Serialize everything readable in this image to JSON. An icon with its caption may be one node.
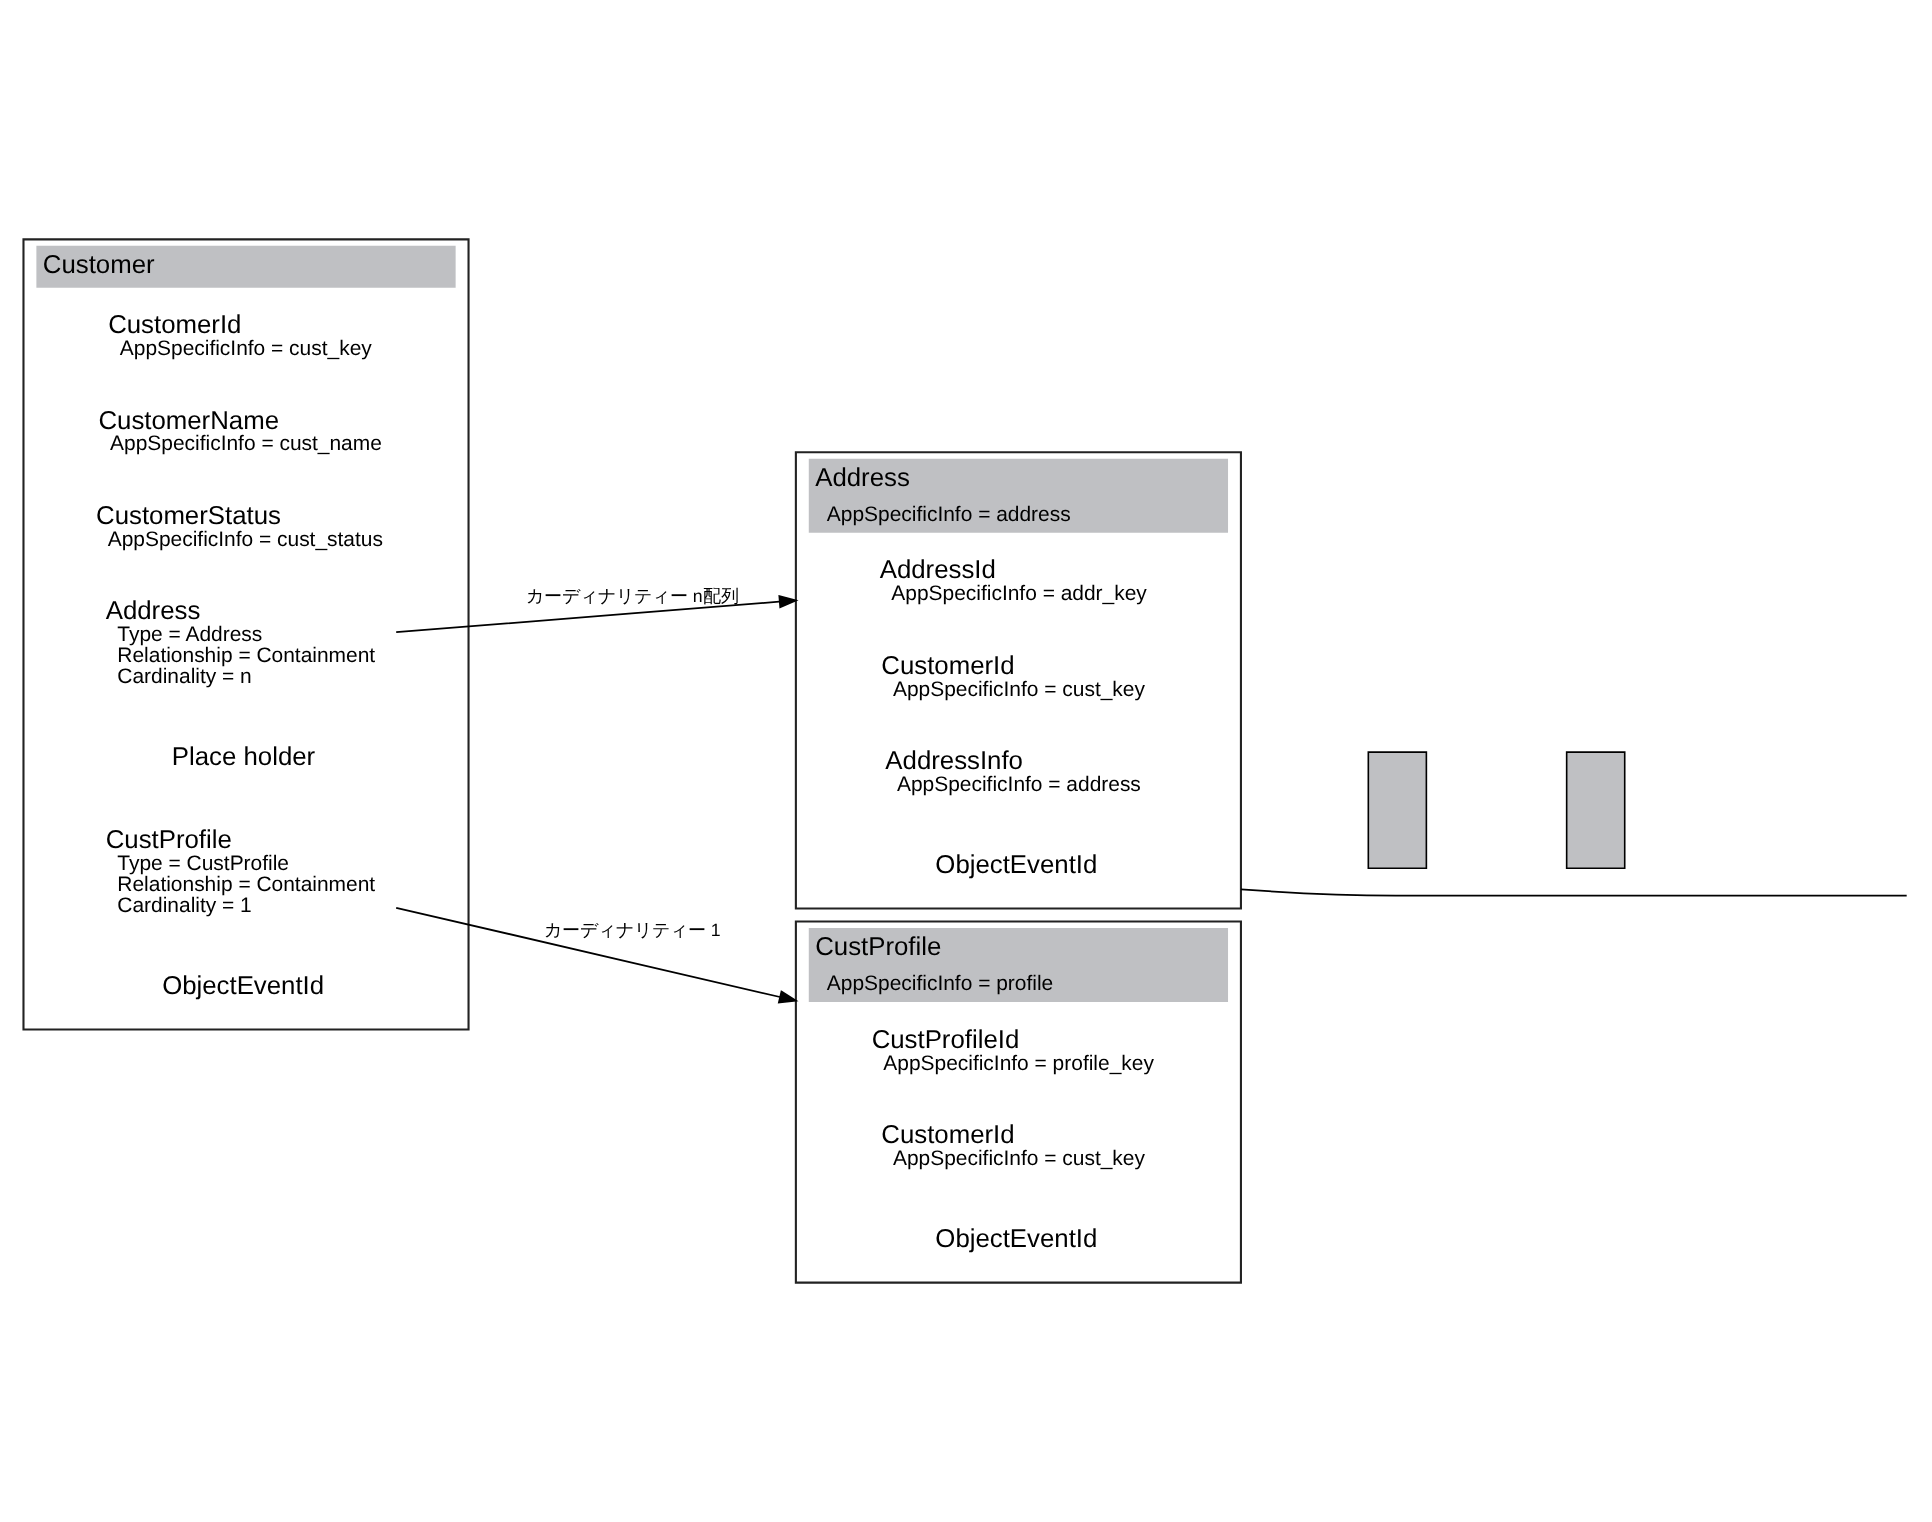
{
  "diagram": {
    "nodes": [
      {
        "text": [
          "Customer"
        ]
      },
      {
        "text": [
          "CustomerId",
          "AppSpecificInfo = cust_key"
        ],
        "in": 0
      },
      {
        "text": [
          "CustomerName",
          "AppSpecificInfo = cust_name"
        ],
        "in": 0
      },
      {
        "text": [
          "CustomerStatus",
          "AppSpecificInfo = cust_status"
        ],
        "in": 0
      },
      {
        "text": [
          "Address",
          "Type = Address",
          "Relationship = Containment",
          "Cardinality = n"
        ],
        "in": 0
      },
      {
        "text": [
          "Place holder"
        ],
        "in": 0
      },
      {
        "text": [
          "CustProfile",
          "Type = CustProfile",
          "Relationship = Containment",
          "Cardinality = 1"
        ],
        "in": 0
      },
      {
        "text": [
          "ObjectEventId"
        ],
        "in": 0
      },
      {
        "text": [
          "Address",
          "AppSpecificInfo = address"
        ]
      },
      {
        "text": [
          "AddressId",
          "AppSpecificInfo = addr_key"
        ],
        "in": 8
      },
      {
        "text": [
          "CustomerId",
          "AppSpecificInfo = cust_key"
        ],
        "in": 8
      },
      {
        "text": [
          "AddressInfo",
          "AppSpecificInfo = address"
        ],
        "in": 8
      },
      {
        "text": [
          "ObjectEventId"
        ],
        "in": 8
      },
      {
        "text": [],
        "shape": "box"
      },
      {
        "text": [],
        "shape": "box"
      },
      {
        "text": [
          "CustProfile",
          "AppSpecificInfo = profile"
        ]
      },
      {
        "text": [
          "CustProfileId",
          "AppSpecificInfo = profile_key"
        ],
        "in": 15
      },
      {
        "text": [
          "CustomerId",
          "AppSpecificInfo = cust_key"
        ],
        "in": 15
      },
      {
        "text": [
          "ObjectEventId"
        ],
        "in": 15
      }
    ],
    "edges": [
      {
        "from": 4,
        "to": 8,
        "arrow": "to",
        "label": "カーディナリティー n配列"
      },
      {
        "from": 6,
        "to": 15,
        "arrow": "to",
        "label": "カーディナリティー 1"
      },
      {
        "from": 8,
        "to": null,
        "arrow": "none"
      }
    ]
  }
}
